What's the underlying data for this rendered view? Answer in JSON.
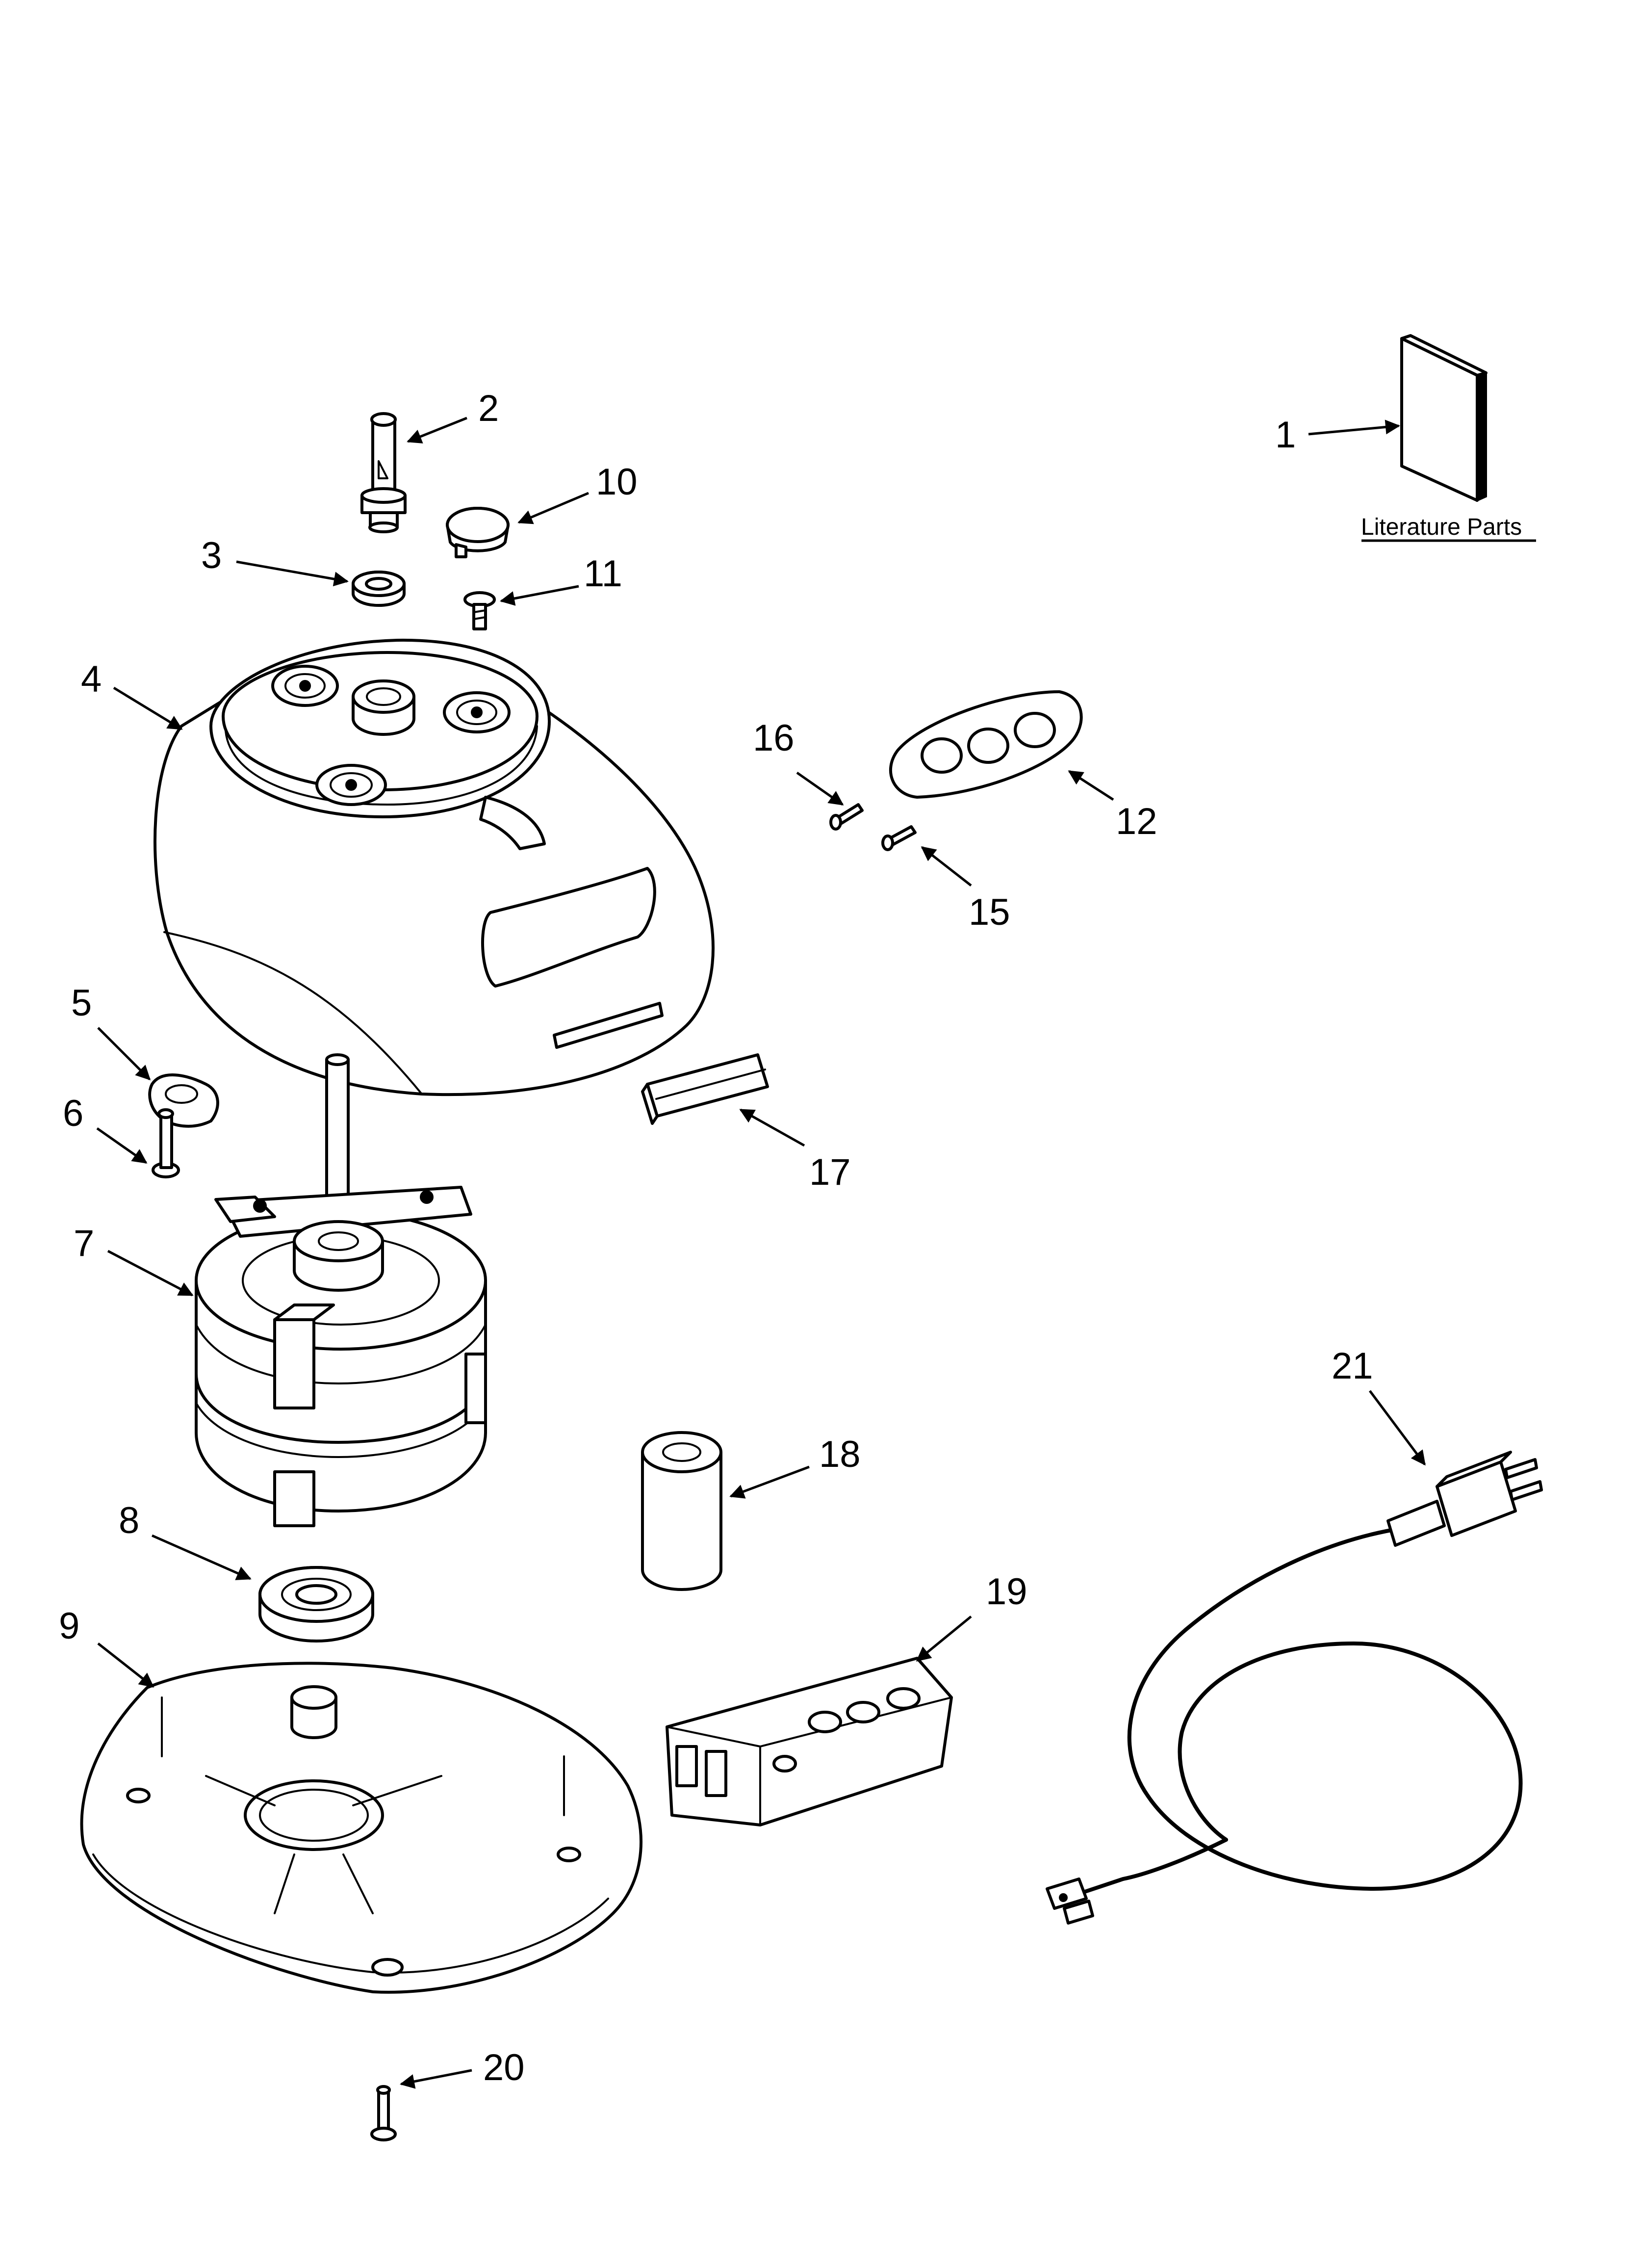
{
  "diagram": {
    "literature_label": "Literature Parts",
    "callouts": {
      "n1": "1",
      "n2": "2",
      "n3": "3",
      "n4": "4",
      "n5": "5",
      "n6": "6",
      "n7": "7",
      "n8": "8",
      "n9": "9",
      "n10": "10",
      "n11": "11",
      "n12": "12",
      "n15": "15",
      "n16": "16",
      "n17": "17",
      "n18": "18",
      "n19": "19",
      "n20": "20",
      "n21": "21"
    }
  }
}
